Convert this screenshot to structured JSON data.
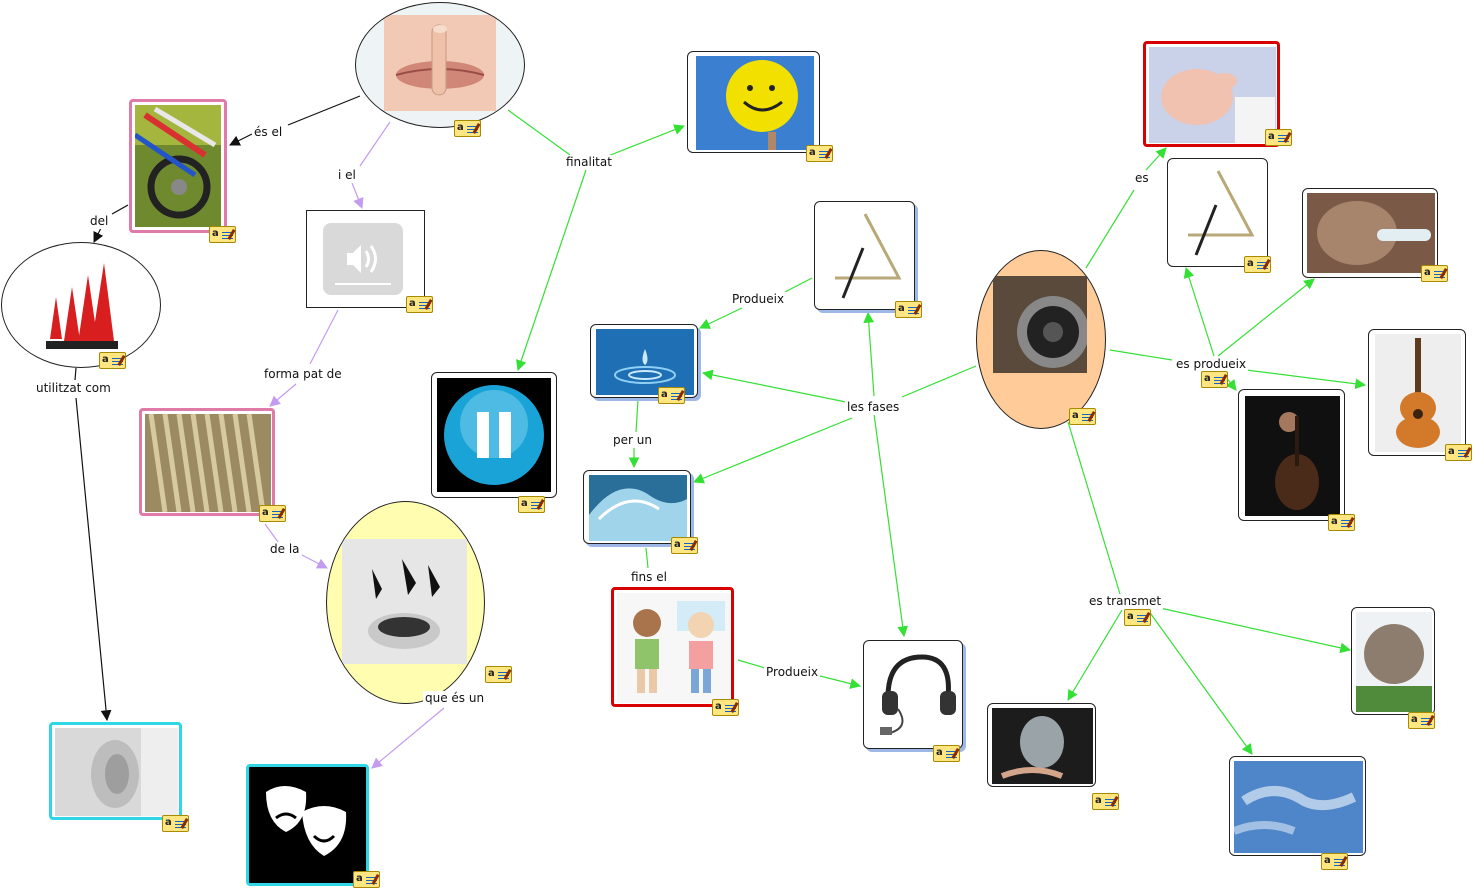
{
  "labels": {
    "es_el": "és el",
    "i_el": "i el",
    "del": "del",
    "finalitat": "finalitat",
    "forma_pat_de": "forma pat de",
    "utilitzat_com": "utilitzat com",
    "de_la": "de la",
    "que_es_un": "que és un",
    "produeix_top": "Produeix",
    "les_fases": "les fases",
    "per_un": "per un",
    "fins_el": "fins el",
    "produeix_bottom": "Produeix",
    "es": "es",
    "es_produeix": "es produeix",
    "es_transmet": "es transmet"
  },
  "colors": {
    "black_link": "#111111",
    "purple_link": "#c39bf0",
    "green_link": "#35e035",
    "note_yellow": "#ffe680"
  },
  "icons": {
    "note": "annotation-note-icon"
  }
}
